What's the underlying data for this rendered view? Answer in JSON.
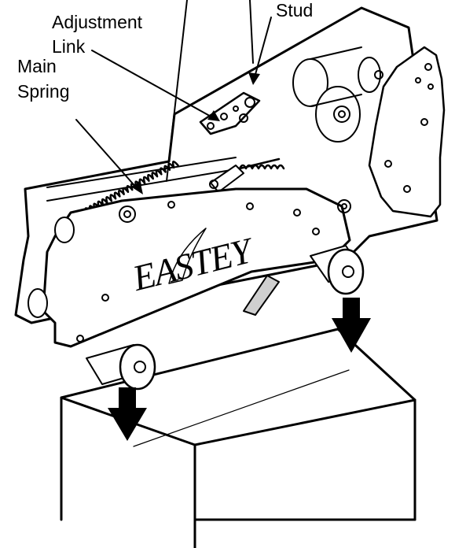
{
  "labels": {
    "stud": "Stud",
    "adjustment_line1": "Adjustment",
    "adjustment_line2": "Link",
    "main_line1": "Main",
    "main_line2": "Spring"
  },
  "brand": "EASTEY",
  "colors": {
    "ink": "#000000",
    "paper": "#ffffff",
    "shade": "#cfcfcf"
  }
}
